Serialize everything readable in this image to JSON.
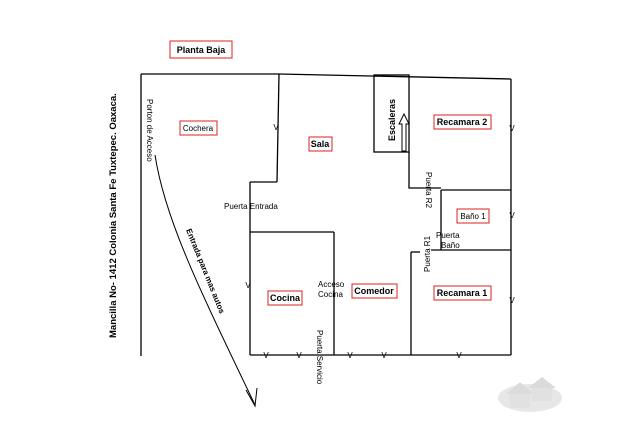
{
  "title": "Planta Baja",
  "address": "Mancilla No- 1412  Colonia Santa Fe Tuxtepec. Oaxaca.",
  "rooms": {
    "cochera": "Cochera",
    "sala": "Sala",
    "escaleras": "Escaleras",
    "recamara2": "Recamara 2",
    "bano1": "Baño 1",
    "cocina": "Cocina",
    "comedor": "Comedor",
    "recamara1": "Recamara 1"
  },
  "labels": {
    "porton": "Porton de Acceso",
    "entrada_autos": "Entrada para mas autos",
    "puerta_entrada": "Puerta Entrada",
    "acceso_cocina_1": "Acceso",
    "acceso_cocina_2": "Cocina",
    "puerta_servicio": "Puerta Servicio",
    "puerta_r2": "Puerta R2",
    "puerta_r1": "Puerta R1",
    "puerta_bano_1": "Puerta",
    "puerta_bano_2": "Baño"
  },
  "window_mark": "V"
}
